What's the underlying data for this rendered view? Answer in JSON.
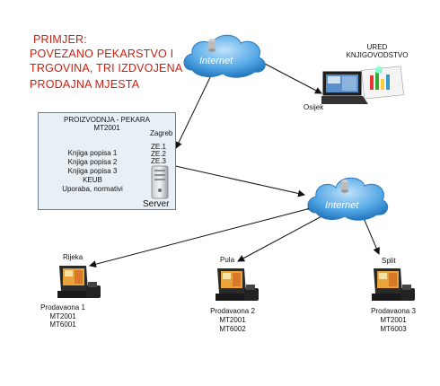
{
  "title": {
    "line1": "PRIMJER:",
    "line2": "POVEZANO PEKARSTVO I",
    "line3": "TRGOVINA, TRI IZDVOJENA",
    "line4": "PRODAJNA MJESTA"
  },
  "clouds": {
    "top": "Internet",
    "middle": "Internet"
  },
  "office": {
    "line1": "URED",
    "line2": "KNJIGOVODSTVO",
    "city": "Osijek"
  },
  "production": {
    "header1": "PROIZVODNJA - PEKARA",
    "header2": "MT2001",
    "city": "Zagreb",
    "ze": [
      "ZE.1",
      "ZE.2",
      "ZE.3"
    ],
    "items": [
      "Knjiga popisa 1",
      "Knjiga popisa 2",
      "Knjiga popisa 3",
      "KEUB",
      "Uporaba, normativi"
    ],
    "server_label": "Server"
  },
  "stores": [
    {
      "city": "Rijeka",
      "name": "Prodavaona 1",
      "mt1": "MT2001",
      "mt2": "MT6001"
    },
    {
      "city": "Pula",
      "name": "Prodavaona 2",
      "mt1": "MT2001",
      "mt2": "MT6002"
    },
    {
      "city": "Split",
      "name": "Prodavaona 3",
      "mt1": "MT2001",
      "mt2": "MT6003"
    }
  ],
  "colors": {
    "title_red": "#cc1f0e",
    "cloud_blue": "#2f8fd8",
    "box_fill": "#e8f0f6"
  },
  "icons": [
    "cloud-icon",
    "laptop-icon",
    "report-document-icon",
    "server-icon",
    "pos-terminal-icon"
  ]
}
